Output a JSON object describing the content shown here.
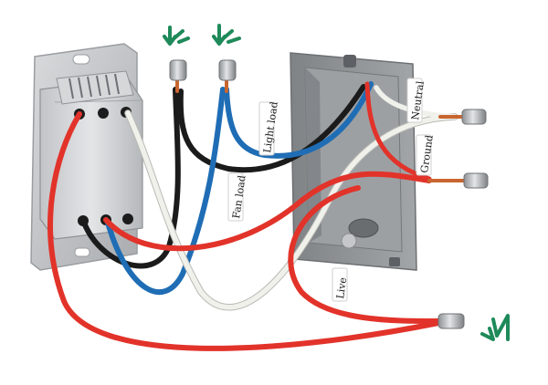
{
  "labels": {
    "neutral": "Neutral",
    "ground": "Ground",
    "light_load": "Light load",
    "fan_load": "Fan load",
    "live": "Live"
  },
  "colors": {
    "wire_red": "#e2332a",
    "wire_black": "#1b1b1b",
    "wire_blue": "#1f6db5",
    "wire_white": "#eeeeea",
    "copper": "#c9652f",
    "connector_metal": "#b9bcbf",
    "box_gray": "#8e9194",
    "switch_gray": "#c7c9cc",
    "arrow_green": "#1e8a5a"
  },
  "icons": {
    "top_left_arrow": "green-arrow-icon",
    "top_right_arrow": "green-arrow-icon",
    "bottom_right_arrow": "green-arrow-icon"
  }
}
